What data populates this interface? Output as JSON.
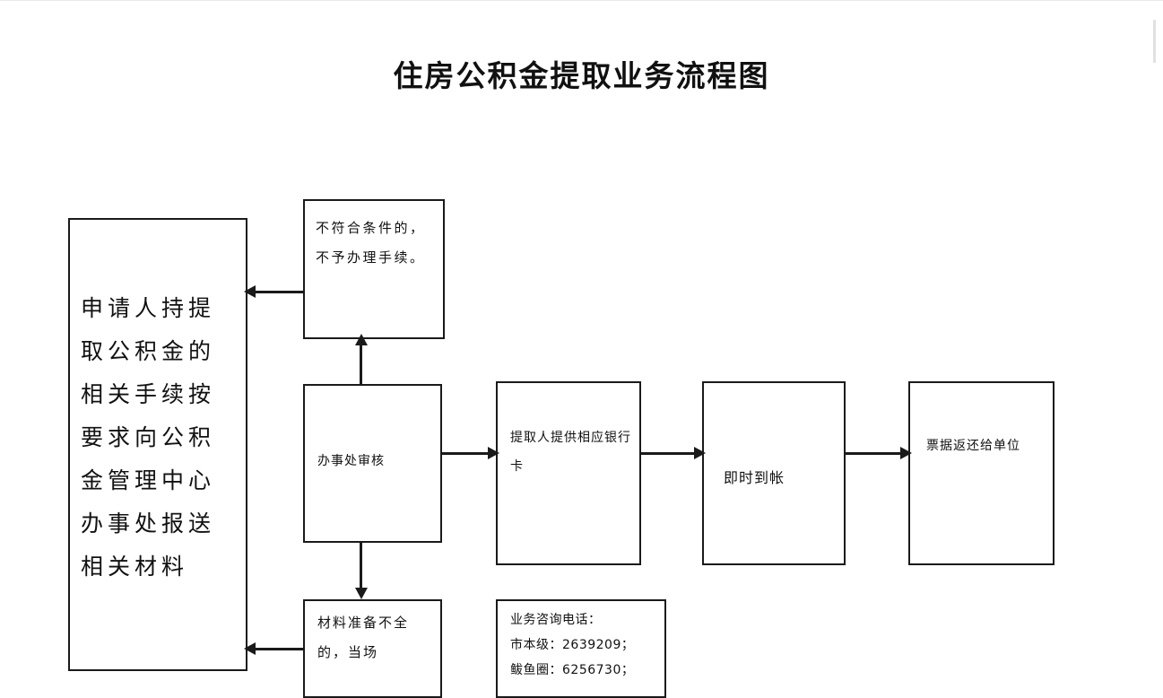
{
  "document": {
    "title": "住房公积金提取业务流程图"
  },
  "flowchart": {
    "type": "flowchart",
    "nodes": [
      {
        "id": "applicant",
        "label": "申请人持提取公积金的相关手续按要求向公积金管理中心办事处报送相关材料"
      },
      {
        "id": "reject",
        "label": "不符合条件的，不予办理手续。"
      },
      {
        "id": "review",
        "label": "办事处审核"
      },
      {
        "id": "bankcard",
        "label": "提取人提供相应银行卡"
      },
      {
        "id": "arrival",
        "label": "即时到帐"
      },
      {
        "id": "receipt",
        "label": "票据返还给单位"
      },
      {
        "id": "incomplete",
        "label": "材料准备不全的，当场"
      },
      {
        "id": "contact",
        "label": "业务咨询电话：\n市本级：2639209；\n鲅鱼圈：6256730；"
      }
    ],
    "edges": [
      {
        "id": "c1",
        "from": "reject",
        "to": "applicant",
        "direction": "left"
      },
      {
        "id": "c2",
        "from": "review",
        "to": "reject",
        "direction": "up"
      },
      {
        "id": "c3",
        "from": "review",
        "to": "bankcard",
        "direction": "right"
      },
      {
        "id": "c4",
        "from": "bankcard",
        "to": "arrival",
        "direction": "right"
      },
      {
        "id": "c5",
        "from": "arrival",
        "to": "receipt",
        "direction": "right"
      },
      {
        "id": "c6",
        "from": "review",
        "to": "incomplete",
        "direction": "down"
      },
      {
        "id": "c7",
        "from": "incomplete",
        "to": "applicant",
        "direction": "left"
      }
    ],
    "colors": {
      "stroke": "#1a1a1a",
      "fill": "#ffffff",
      "text": "#111111"
    }
  }
}
